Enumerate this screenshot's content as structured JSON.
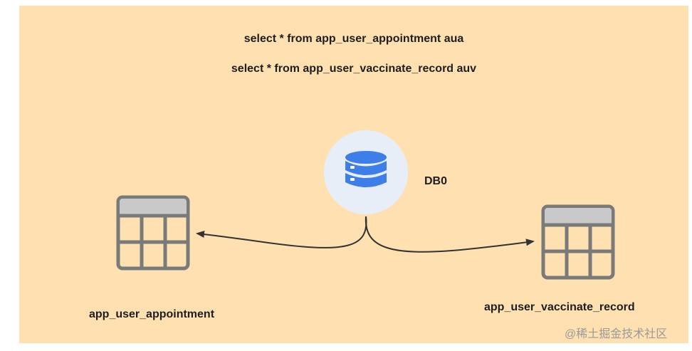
{
  "diagram": {
    "queries": [
      "select * from app_user_appointment aua",
      "select * from app_user_vaccinate_record auv"
    ],
    "database": {
      "label": "DB0",
      "icon": "database-icon"
    },
    "tables": [
      {
        "label": "app_user_appointment",
        "icon": "table-icon"
      },
      {
        "label": "app_user_vaccinate_record",
        "icon": "table-icon"
      }
    ],
    "colors": {
      "background": "#ffe0b0",
      "db_icon": "#3d7ee8",
      "table_icon": "#7a7a7a",
      "arrow": "#333333"
    }
  },
  "watermark": "@稀土掘金技术社区"
}
